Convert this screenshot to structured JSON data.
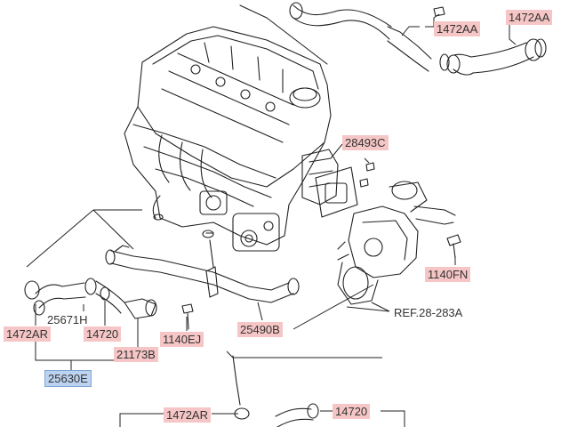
{
  "colors": {
    "label_bg": "#f6c6c6",
    "assembly_label_bg": "#bcd3f0",
    "line": "#222222"
  },
  "labels": {
    "p_1472AA_a": "1472AA",
    "p_1472AA_b": "1472AA",
    "p_28493C": "28493C",
    "p_1140FN": "1140FN",
    "ref": "REF.28-283A",
    "p_25490B": "25490B",
    "p_1140EJ": "1140EJ",
    "p_25671H": "25671H",
    "p_1472AR_a": "1472AR",
    "p_14720_a": "14720",
    "p_21173B": "21173B",
    "p_25630E": "25630E",
    "p_1472AR_b": "1472AR",
    "p_14720_b": "14720"
  }
}
